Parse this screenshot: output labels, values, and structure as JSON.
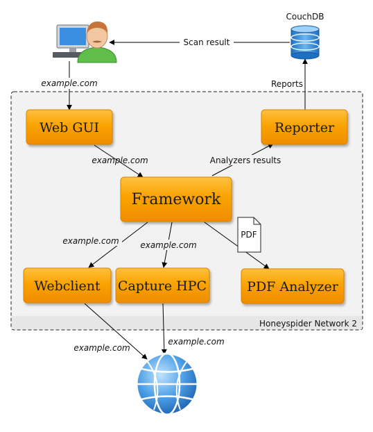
{
  "diagram": {
    "cluster_label": "Honeyspider Network 2",
    "nodes": {
      "web_gui": "Web GUI",
      "reporter": "Reporter",
      "framework": "Framework",
      "webclient": "Webclient",
      "capture_hpc": "Capture HPC",
      "pdf_analyzer": "PDF Analyzer"
    },
    "external": {
      "couchdb": "CouchDB",
      "pdf_doc": "PDF"
    },
    "edge_labels": {
      "scan_result": "Scan result",
      "user_to_gui": "example.com",
      "reports": "Reports",
      "gui_to_framework": "example.com",
      "analyzers_results": "Analyzers results",
      "framework_to_webclient": "example.com",
      "framework_to_capture": "example.com",
      "webclient_to_internet": "example.com",
      "capture_to_internet": "example.com"
    },
    "colors": {
      "node_fill": "#f7a000",
      "node_border": "#d98500",
      "cluster_bg": "#f2f2f2",
      "db_blue": "#3a8fd6",
      "globe_blue": "#2f7fd0"
    },
    "icons": [
      "user-computer-icon",
      "database-icon",
      "pdf-document-icon",
      "globe-icon"
    ]
  }
}
